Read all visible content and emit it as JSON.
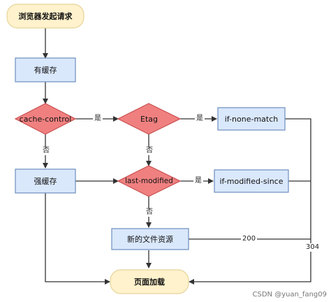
{
  "nodes": {
    "start": {
      "label": "浏览器发起请求"
    },
    "has_cache": {
      "label": "有缓存"
    },
    "cache_control": {
      "label": "cache-control"
    },
    "etag": {
      "label": "Etag"
    },
    "if_none_match": {
      "label": "if-none-match"
    },
    "strong_cache": {
      "label": "强缓存"
    },
    "last_modified": {
      "label": "last-modified"
    },
    "if_modified_since": {
      "label": "if-modified-since"
    },
    "new_resource": {
      "label": "新的文件资源"
    },
    "page_load": {
      "label": "页面加载"
    }
  },
  "edges": {
    "yes1": "是",
    "yes2": "是",
    "yes3": "是",
    "no1": "否",
    "no2": "否",
    "no3": "否",
    "code200": "200",
    "code304": "304"
  },
  "watermark": "CSDN @yuan_fang09",
  "colors": {
    "start_fill": "#fff2cc",
    "start_stroke": "#e6d49a",
    "box_fill": "#dae8fc",
    "box_stroke": "#6c8ebf",
    "diamond_fill": "#f08080",
    "diamond_stroke": "#c85050",
    "line": "#333333"
  }
}
